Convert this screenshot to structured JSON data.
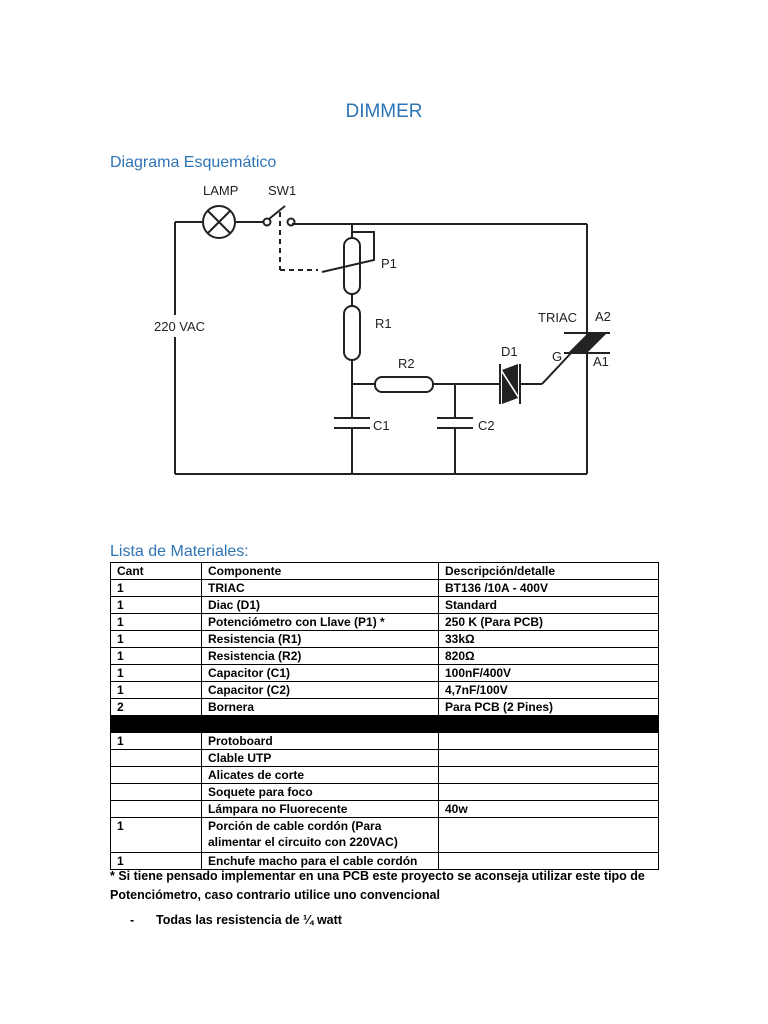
{
  "title": "DIMMER",
  "section_schematic": "Diagrama Esquemático",
  "schematic_labels": {
    "lamp": "LAMP",
    "sw1": "SW1",
    "p1": "P1",
    "r1": "R1",
    "r2": "R2",
    "d1": "D1",
    "triac": "TRIAC",
    "a2": "A2",
    "a1": "A1",
    "g": "G",
    "c1": "C1",
    "c2": "C2",
    "vac": "220 VAC"
  },
  "section_materials": "Lista de Materiales:",
  "table": {
    "headers": [
      "Cant",
      "Componente",
      "Descripción/detalle"
    ],
    "rows": [
      [
        "1",
        "TRIAC",
        "BT136 /10A - 400V"
      ],
      [
        "1",
        "Diac (D1)",
        "Standard"
      ],
      [
        "1",
        "Potenciómetro con Llave (P1) *",
        "250 K (Para PCB)"
      ],
      [
        "1",
        "Resistencia (R1)",
        "33kΩ"
      ],
      [
        "1",
        "Resistencia (R2)",
        "820Ω"
      ],
      [
        "1",
        "Capacitor (C1)",
        "100nF/400V"
      ],
      [
        "1",
        "Capacitor (C2)",
        "4,7nF/100V"
      ],
      [
        "2",
        "Bornera",
        "Para PCB (2 Pines)"
      ]
    ],
    "rows2": [
      [
        "1",
        "Protoboard",
        ""
      ],
      [
        "",
        "Clable UTP",
        ""
      ],
      [
        "",
        "Alicates de corte",
        ""
      ],
      [
        "",
        "Soquete para foco",
        ""
      ],
      [
        "",
        "Lámpara no Fluorecente",
        "40w"
      ],
      [
        "1",
        "Porción de cable cordón (Para alimentar el circuito con 220VAC)",
        ""
      ],
      [
        "1",
        "Enchufe macho para el cable cordón",
        ""
      ]
    ]
  },
  "note": "* Si tiene pensado implementar en una PCB este proyecto se aconseja utilizar este tipo de Potenciómetro, caso contrario utilice uno convencional",
  "bullet": {
    "dash": "-",
    "text": "Todas las resistencia de ¼ watt"
  }
}
